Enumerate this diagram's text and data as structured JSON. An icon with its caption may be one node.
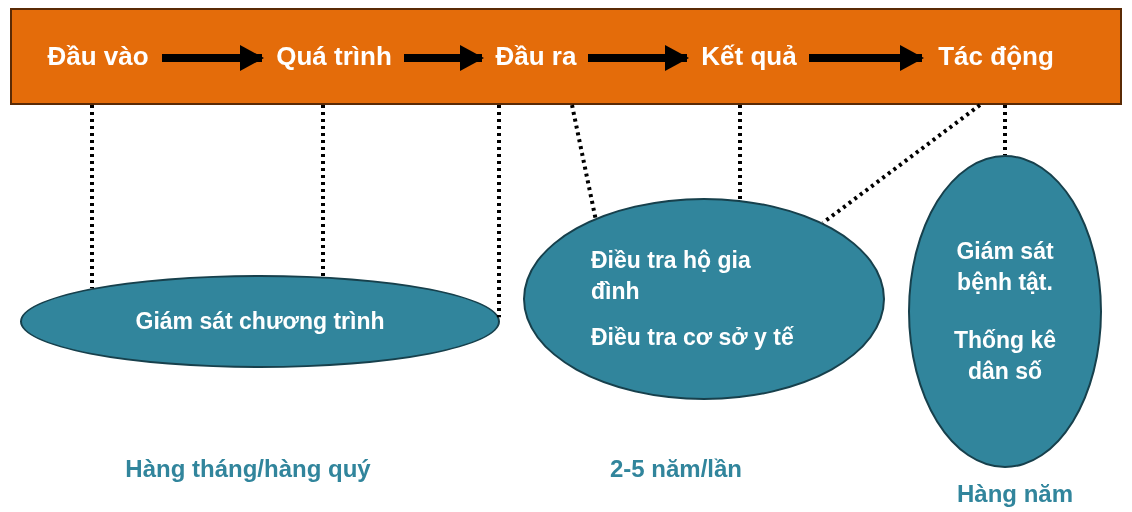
{
  "diagram": {
    "nodes": [
      {
        "text": [],
        "shape": "box"
      },
      {
        "text": [
          "Đầu vào"
        ],
        "in": 0
      },
      {
        "text": [
          "Quá trình"
        ],
        "in": 0
      },
      {
        "text": [
          "Đầu ra"
        ],
        "in": 0
      },
      {
        "text": [
          "Kết quả"
        ],
        "in": 0
      },
      {
        "text": [
          "Tác động"
        ],
        "in": 0
      },
      {
        "text": [
          "Giám sát chương trình"
        ],
        "beside": [
          "Hàng tháng/hàng quý"
        ]
      },
      {
        "text": [
          "Điều tra hộ gia đình",
          "Điều tra cơ sở y tế"
        ],
        "beside": [
          "2-5 năm/lần"
        ]
      },
      {
        "text": [
          "Giám sát bệnh tật.",
          "Thống kê dân số"
        ],
        "beside": [
          "Hàng năm"
        ]
      }
    ],
    "edges": [
      {
        "from": 1,
        "to": 2,
        "arrow": "to",
        "style": "thick"
      },
      {
        "from": 2,
        "to": 3,
        "arrow": "to",
        "style": "thick"
      },
      {
        "from": 3,
        "to": 4,
        "arrow": "to",
        "style": "thick"
      },
      {
        "from": 4,
        "to": 5,
        "arrow": "to",
        "style": "thick"
      },
      {
        "from": 1,
        "to": 6,
        "arrow": "none",
        "style": "dashed"
      },
      {
        "from": 2,
        "to": 6,
        "arrow": "none",
        "style": "dashed"
      },
      {
        "from": 3,
        "to": 6,
        "arrow": "none",
        "style": "dashed"
      },
      {
        "from": 3,
        "to": 7,
        "arrow": "none",
        "style": "dashed"
      },
      {
        "from": 4,
        "to": 7,
        "arrow": "none",
        "style": "dashed"
      },
      {
        "from": 5,
        "to": 7,
        "arrow": "none",
        "style": "dashed"
      },
      {
        "from": 5,
        "to": 8,
        "arrow": "none",
        "style": "dashed"
      }
    ]
  }
}
